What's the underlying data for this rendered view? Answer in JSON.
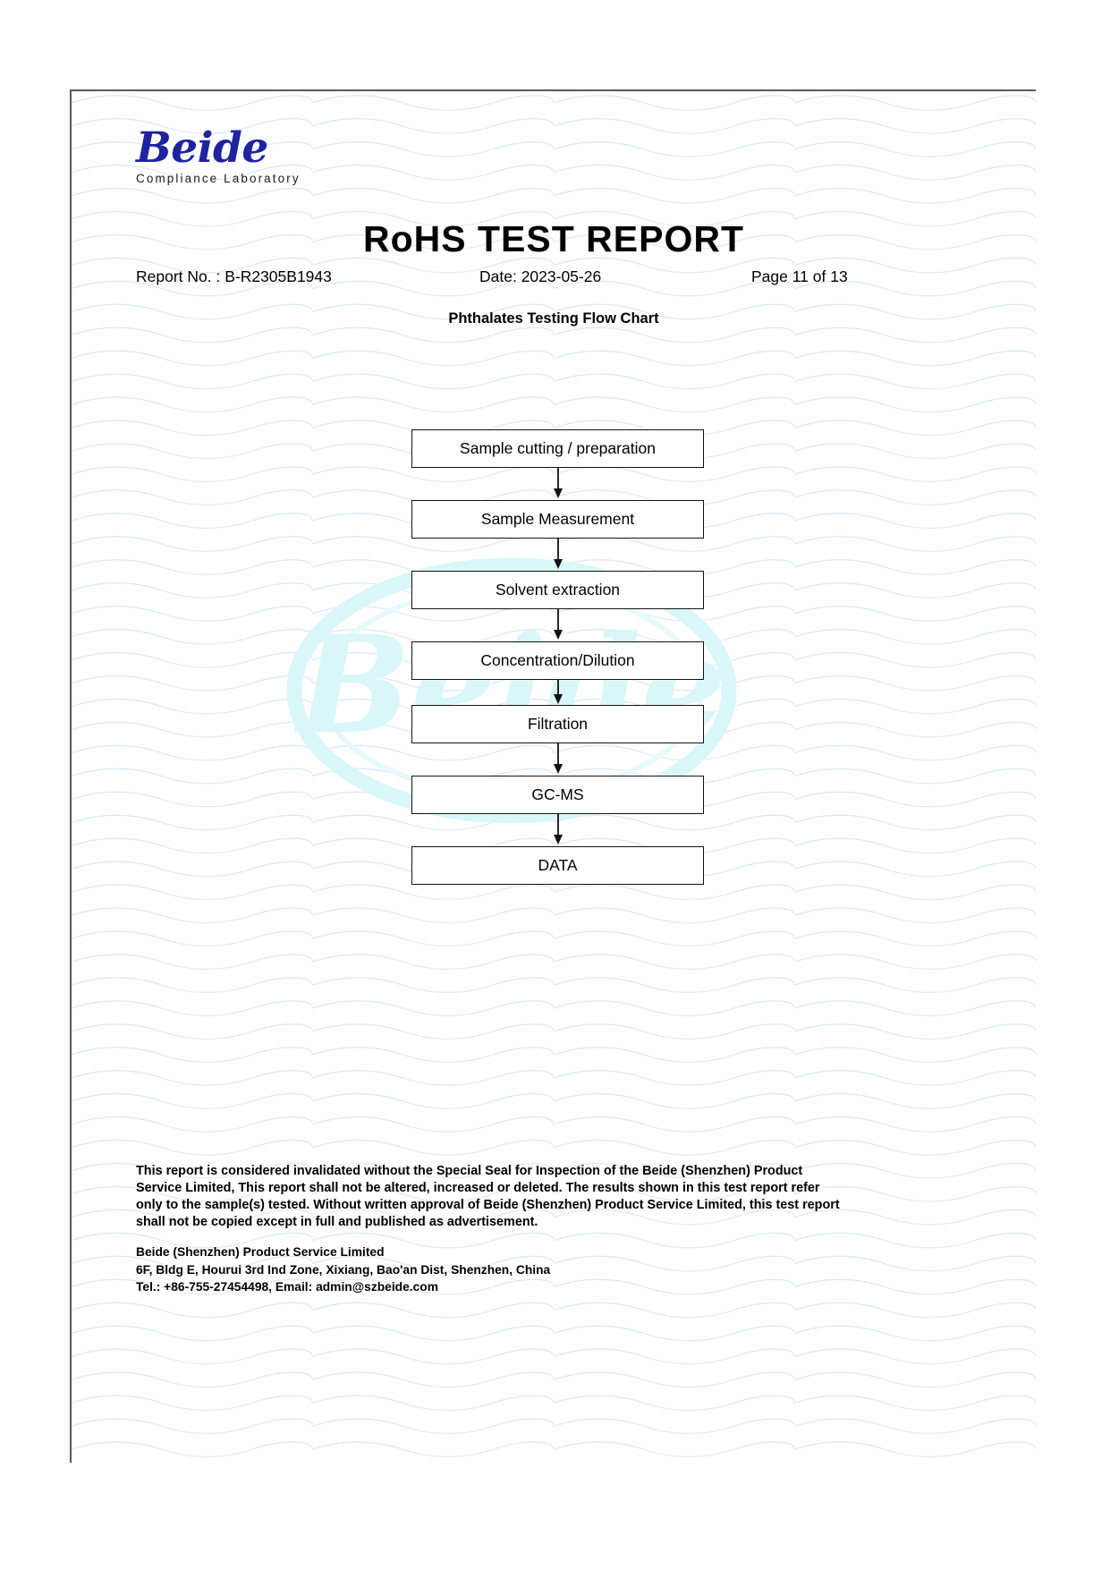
{
  "document": {
    "title": "RoHS   TEST   REPORT",
    "logo": {
      "mark": "Beide",
      "subtitle": "Compliance Laboratory"
    },
    "meta": {
      "report_no": "Report No. : B-R2305B1943",
      "date": "Date: 2023-05-26",
      "page": "Page 11 of 13"
    },
    "section_title": "Phthalates Testing Flow Chart",
    "watermark_text": "Beide",
    "colors": {
      "logo_blue": "#1f23a0",
      "watermark_cyan": "#d9f6f8",
      "guilloche_blue": "#dbe7f5",
      "box_border": "#121212",
      "page_border": "#5a5a5a"
    }
  },
  "flow_chart": {
    "type": "diagram",
    "orientation": "vertical",
    "steps": [
      {
        "label": "Sample cutting / preparation"
      },
      {
        "label": "Sample Measurement"
      },
      {
        "label": "Solvent extraction"
      },
      {
        "label": "Concentration/Dilution"
      },
      {
        "label": "Filtration"
      },
      {
        "label": "GC-MS"
      },
      {
        "label": "DATA"
      }
    ]
  },
  "footer": {
    "disclaimer": "This report is considered invalidated without the Special Seal for Inspection of the Beide (Shenzhen) Product Service Limited, This report shall not be altered, increased or deleted. The results shown in this test report refer only to the sample(s) tested. Without written approval of Beide (Shenzhen) Product Service Limited, this test report shall not be copied except in full and published as advertisement.",
    "company": "Beide (Shenzhen) Product Service Limited",
    "address": "6F, Bldg E, Hourui 3rd Ind Zone, Xixiang, Bao'an Dist, Shenzhen, China",
    "contact": "Tel.: +86-755-27454498, Email: admin@szbeide.com"
  }
}
